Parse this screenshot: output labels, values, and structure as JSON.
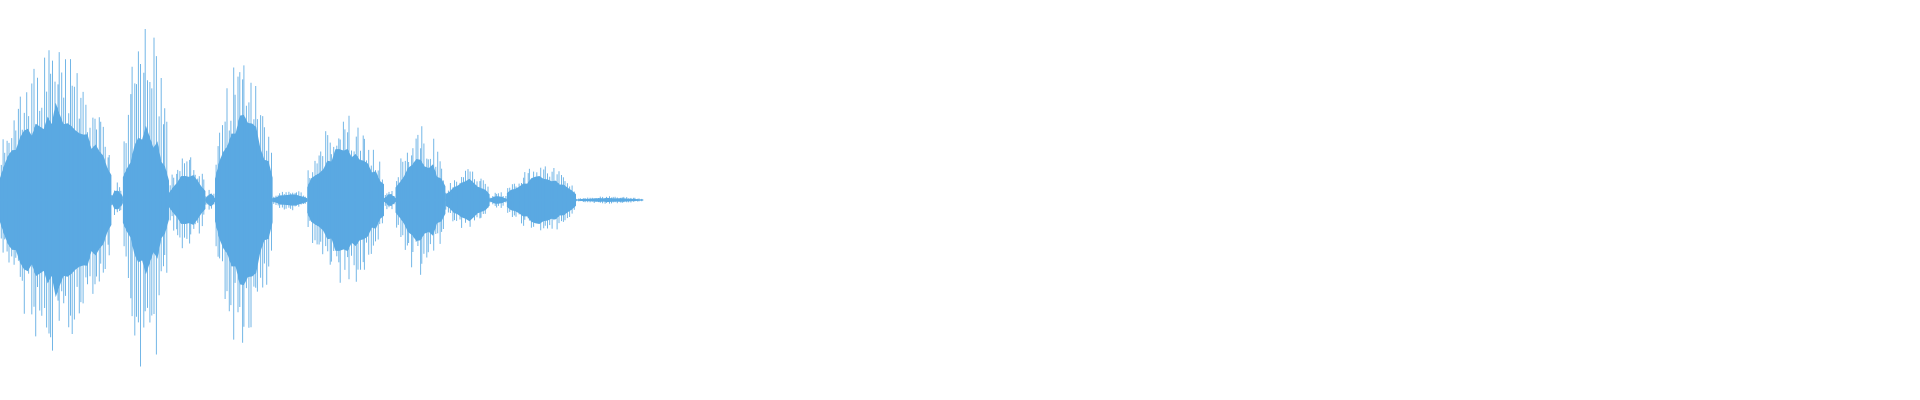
{
  "waveform": {
    "color": "#5aa9e2",
    "background": "#ffffff",
    "duration_fraction_with_signal": 0.335,
    "segments": [
      {
        "start": 0.0,
        "end": 0.058,
        "peak": 0.8,
        "body": 0.45
      },
      {
        "start": 0.058,
        "end": 0.064,
        "peak": 0.1,
        "body": 0.05
      },
      {
        "start": 0.064,
        "end": 0.088,
        "peak": 0.97,
        "body": 0.35
      },
      {
        "start": 0.088,
        "end": 0.107,
        "peak": 0.27,
        "body": 0.14
      },
      {
        "start": 0.107,
        "end": 0.112,
        "peak": 0.06,
        "body": 0.03
      },
      {
        "start": 0.112,
        "end": 0.142,
        "peak": 0.82,
        "body": 0.4
      },
      {
        "start": 0.142,
        "end": 0.16,
        "peak": 0.06,
        "body": 0.03
      },
      {
        "start": 0.16,
        "end": 0.2,
        "peak": 0.46,
        "body": 0.25
      },
      {
        "start": 0.2,
        "end": 0.206,
        "peak": 0.06,
        "body": 0.03
      },
      {
        "start": 0.206,
        "end": 0.232,
        "peak": 0.41,
        "body": 0.21
      },
      {
        "start": 0.232,
        "end": 0.255,
        "peak": 0.17,
        "body": 0.1
      },
      {
        "start": 0.255,
        "end": 0.264,
        "peak": 0.05,
        "body": 0.02
      },
      {
        "start": 0.264,
        "end": 0.3,
        "peak": 0.19,
        "body": 0.11
      },
      {
        "start": 0.3,
        "end": 0.335,
        "peak": 0.02,
        "body": 0.01
      }
    ]
  }
}
